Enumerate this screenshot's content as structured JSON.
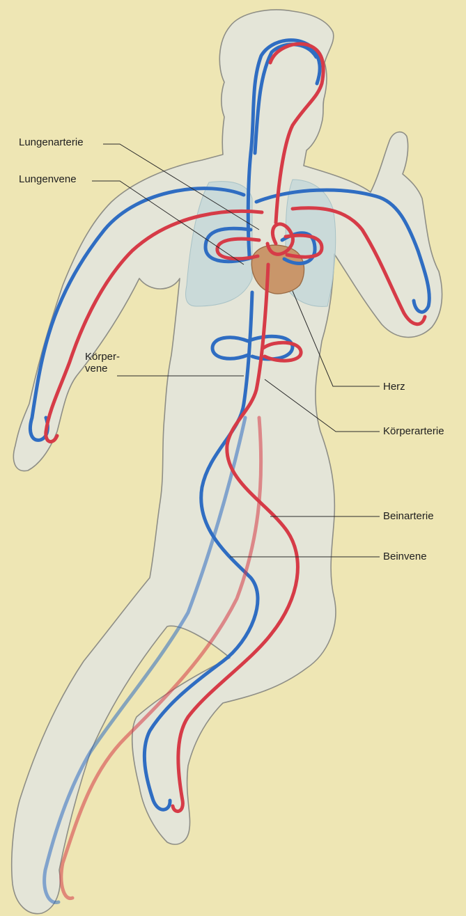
{
  "labels": {
    "lungenarterie": "Lungenarterie",
    "lungenvene": "Lungenvene",
    "koerpervene": "Körper-\nvene",
    "herz": "Herz",
    "koerperarterie": "Körperarterie",
    "beinarterie": "Beinarterie",
    "beinvene": "Beinvene"
  },
  "colors": {
    "background": "#eee6b4",
    "body_fill": "#e4e5d8",
    "body_outline": "#8e8e86",
    "artery": "#d63b47",
    "vein": "#2f6dc2",
    "heart": "#c9966a",
    "lung": "#c2d6d9"
  }
}
